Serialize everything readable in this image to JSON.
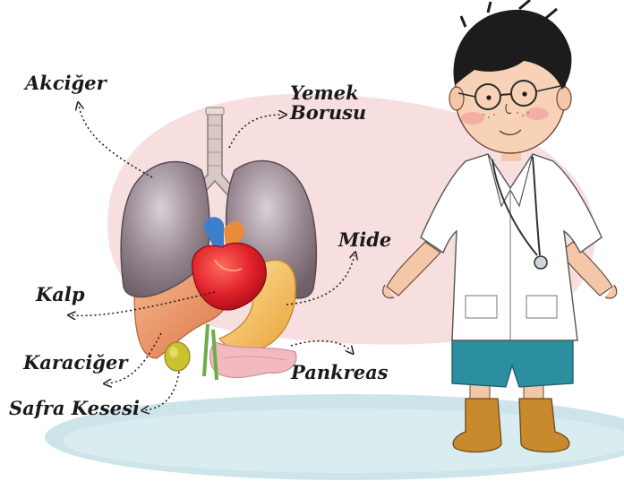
{
  "labels": {
    "akciger": "Akciğer",
    "yemek_borusu_line1": "Yemek",
    "yemek_borusu_line2": "Borusu",
    "mide": "Mide",
    "kalp": "Kalp",
    "karaciger": "Karaciğer",
    "pankreas": "Pankreas",
    "safra_kesesi": "Safra Kesesi"
  },
  "colors": {
    "background_blob": "#f7dfe0",
    "floor": "#cde4ea",
    "lung": "#8e7f88",
    "heart": "#e0202a",
    "stomach": "#f2b94a",
    "liver": "#e89966",
    "pancreas": "#f2b9c1",
    "gallbladder": "#c9c231",
    "trachea": "#d9c9c4",
    "coat": "#ffffff",
    "shorts": "#2c8fa0",
    "boots": "#c98a2d",
    "hair": "#1c1c1c"
  }
}
